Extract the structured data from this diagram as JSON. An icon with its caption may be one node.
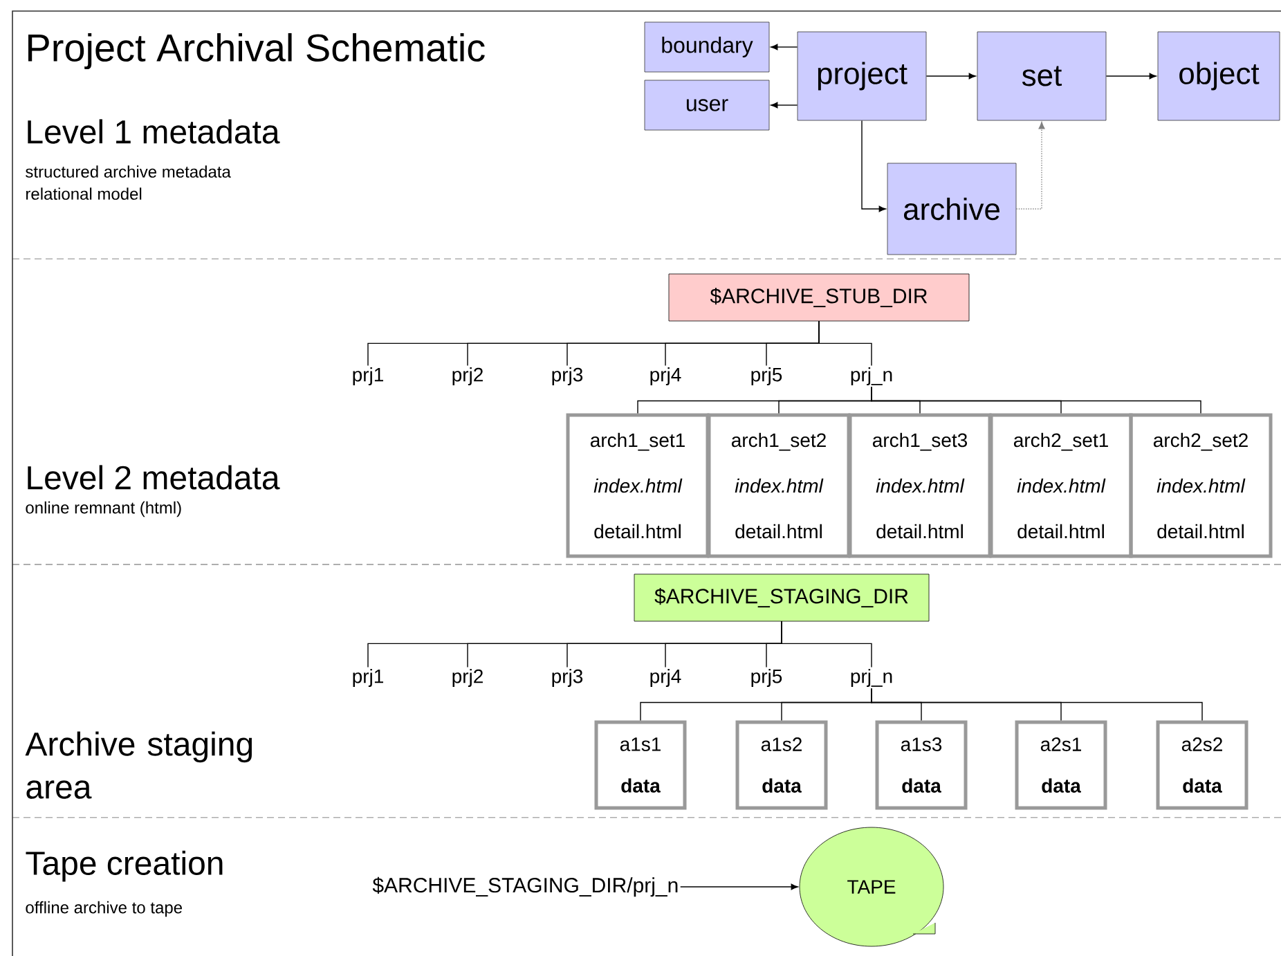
{
  "diagram": {
    "title": "Project Archival Schematic",
    "nodes": [
      {
        "text": [
          "boundary"
        ]
      },
      {
        "text": [
          "user"
        ]
      },
      {
        "text": [
          "project"
        ]
      },
      {
        "text": [
          "set"
        ]
      },
      {
        "text": [
          "object"
        ]
      },
      {
        "text": [
          "archive"
        ]
      },
      {
        "text": [
          "$ARCHIVE_STUB_DIR"
        ]
      },
      {
        "text": [
          "prj1"
        ]
      },
      {
        "text": [
          "prj2"
        ]
      },
      {
        "text": [
          "prj3"
        ]
      },
      {
        "text": [
          "prj4"
        ]
      },
      {
        "text": [
          "prj5"
        ]
      },
      {
        "text": [
          "prj_n"
        ]
      },
      {
        "text": [
          "arch1_set1",
          "index.html",
          "detail.html"
        ]
      },
      {
        "text": [
          "arch1_set2",
          "index.html",
          "detail.html"
        ]
      },
      {
        "text": [
          "arch1_set3",
          "index.html",
          "detail.html"
        ]
      },
      {
        "text": [
          "arch2_set1",
          "index.html",
          "detail.html"
        ]
      },
      {
        "text": [
          "arch2_set2",
          "index.html",
          "detail.html"
        ]
      },
      {
        "text": [
          "$ARCHIVE_STAGING_DIR"
        ]
      },
      {
        "text": [
          "prj1"
        ]
      },
      {
        "text": [
          "prj2"
        ]
      },
      {
        "text": [
          "prj3"
        ]
      },
      {
        "text": [
          "prj4"
        ]
      },
      {
        "text": [
          "prj5"
        ]
      },
      {
        "text": [
          "prj_n"
        ]
      },
      {
        "text": [
          "a1s1",
          "data"
        ]
      },
      {
        "text": [
          "a1s2",
          "data"
        ]
      },
      {
        "text": [
          "a1s3",
          "data"
        ]
      },
      {
        "text": [
          "a2s1",
          "data"
        ]
      },
      {
        "text": [
          "a2s2",
          "data"
        ]
      },
      {
        "text": [
          "$ARCHIVE_STAGING_DIR/prj_n"
        ]
      },
      {
        "text": [
          "TAPE"
        ]
      }
    ],
    "edges": [
      {
        "from": 2,
        "to": 0,
        "arrow": "to"
      },
      {
        "from": 2,
        "to": 1,
        "arrow": "to"
      },
      {
        "from": 2,
        "to": 3,
        "arrow": "to"
      },
      {
        "from": 3,
        "to": 4,
        "arrow": "to"
      },
      {
        "from": 2,
        "to": 5,
        "arrow": "to"
      },
      {
        "from": 5,
        "to": 3,
        "arrow": "to",
        "style": "dashed",
        "color": "#808080"
      },
      {
        "from": 6,
        "to": 7,
        "arrow": "none"
      },
      {
        "from": 6,
        "to": 8,
        "arrow": "none"
      },
      {
        "from": 6,
        "to": 9,
        "arrow": "none"
      },
      {
        "from": 6,
        "to": 10,
        "arrow": "none"
      },
      {
        "from": 6,
        "to": 11,
        "arrow": "none"
      },
      {
        "from": 6,
        "to": 12,
        "arrow": "none"
      },
      {
        "from": 12,
        "to": 13,
        "arrow": "none"
      },
      {
        "from": 12,
        "to": 14,
        "arrow": "none"
      },
      {
        "from": 12,
        "to": 15,
        "arrow": "none"
      },
      {
        "from": 12,
        "to": 16,
        "arrow": "none"
      },
      {
        "from": 12,
        "to": 17,
        "arrow": "none"
      },
      {
        "from": 18,
        "to": 19,
        "arrow": "none"
      },
      {
        "from": 18,
        "to": 20,
        "arrow": "none"
      },
      {
        "from": 18,
        "to": 21,
        "arrow": "none"
      },
      {
        "from": 18,
        "to": 22,
        "arrow": "none"
      },
      {
        "from": 18,
        "to": 23,
        "arrow": "none"
      },
      {
        "from": 18,
        "to": 24,
        "arrow": "none"
      },
      {
        "from": 24,
        "to": 25,
        "arrow": "none"
      },
      {
        "from": 24,
        "to": 26,
        "arrow": "none"
      },
      {
        "from": 24,
        "to": 27,
        "arrow": "none"
      },
      {
        "from": 24,
        "to": 28,
        "arrow": "none"
      },
      {
        "from": 24,
        "to": 29,
        "arrow": "none"
      },
      {
        "from": 30,
        "to": 31,
        "arrow": "to"
      }
    ],
    "labels": [
      "Level 1 metadata",
      "structured archive metadata",
      "relational model",
      "Level 2 metadata",
      "online remnant (html)",
      "Archive staging area",
      "Tape creation",
      "offline archive to tape"
    ]
  }
}
